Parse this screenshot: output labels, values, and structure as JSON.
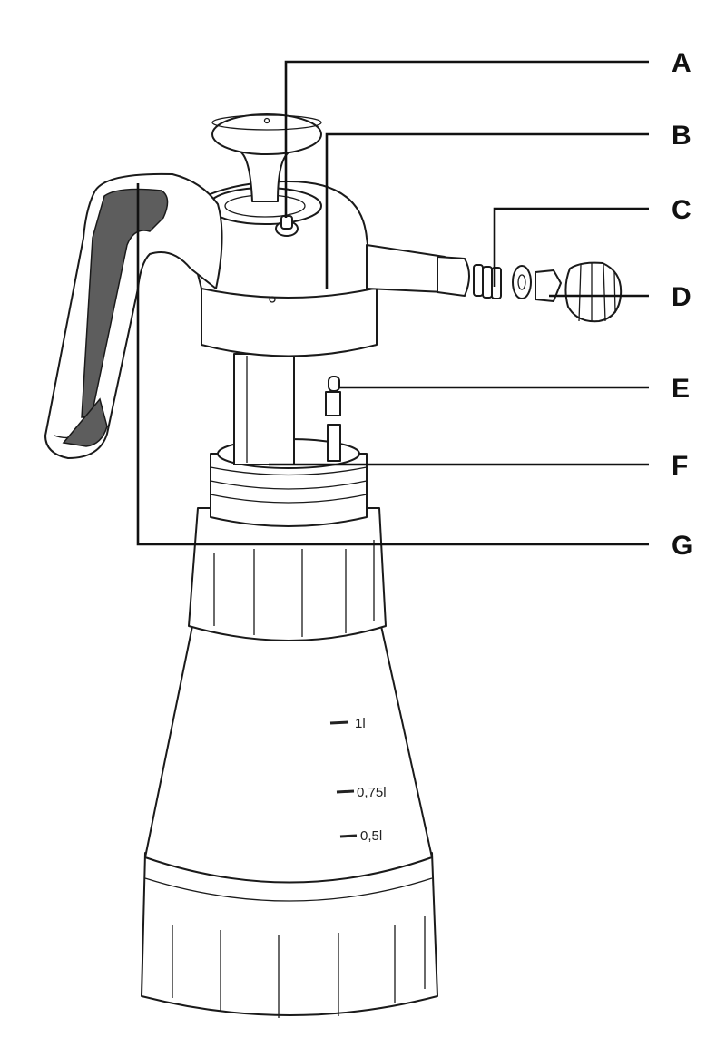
{
  "callouts": [
    {
      "key": "a",
      "letter": "A"
    },
    {
      "key": "b",
      "letter": "B"
    },
    {
      "key": "c",
      "letter": "C"
    },
    {
      "key": "d",
      "letter": "D"
    },
    {
      "key": "e",
      "letter": "E"
    },
    {
      "key": "f",
      "letter": "F"
    },
    {
      "key": "g",
      "letter": "G"
    }
  ],
  "scale_marks": [
    "1l",
    "0,75l",
    "0,5l"
  ],
  "colors": {
    "line": "#1a1a1a",
    "handle_shade": "#5d5d5d",
    "background": "#ffffff"
  }
}
